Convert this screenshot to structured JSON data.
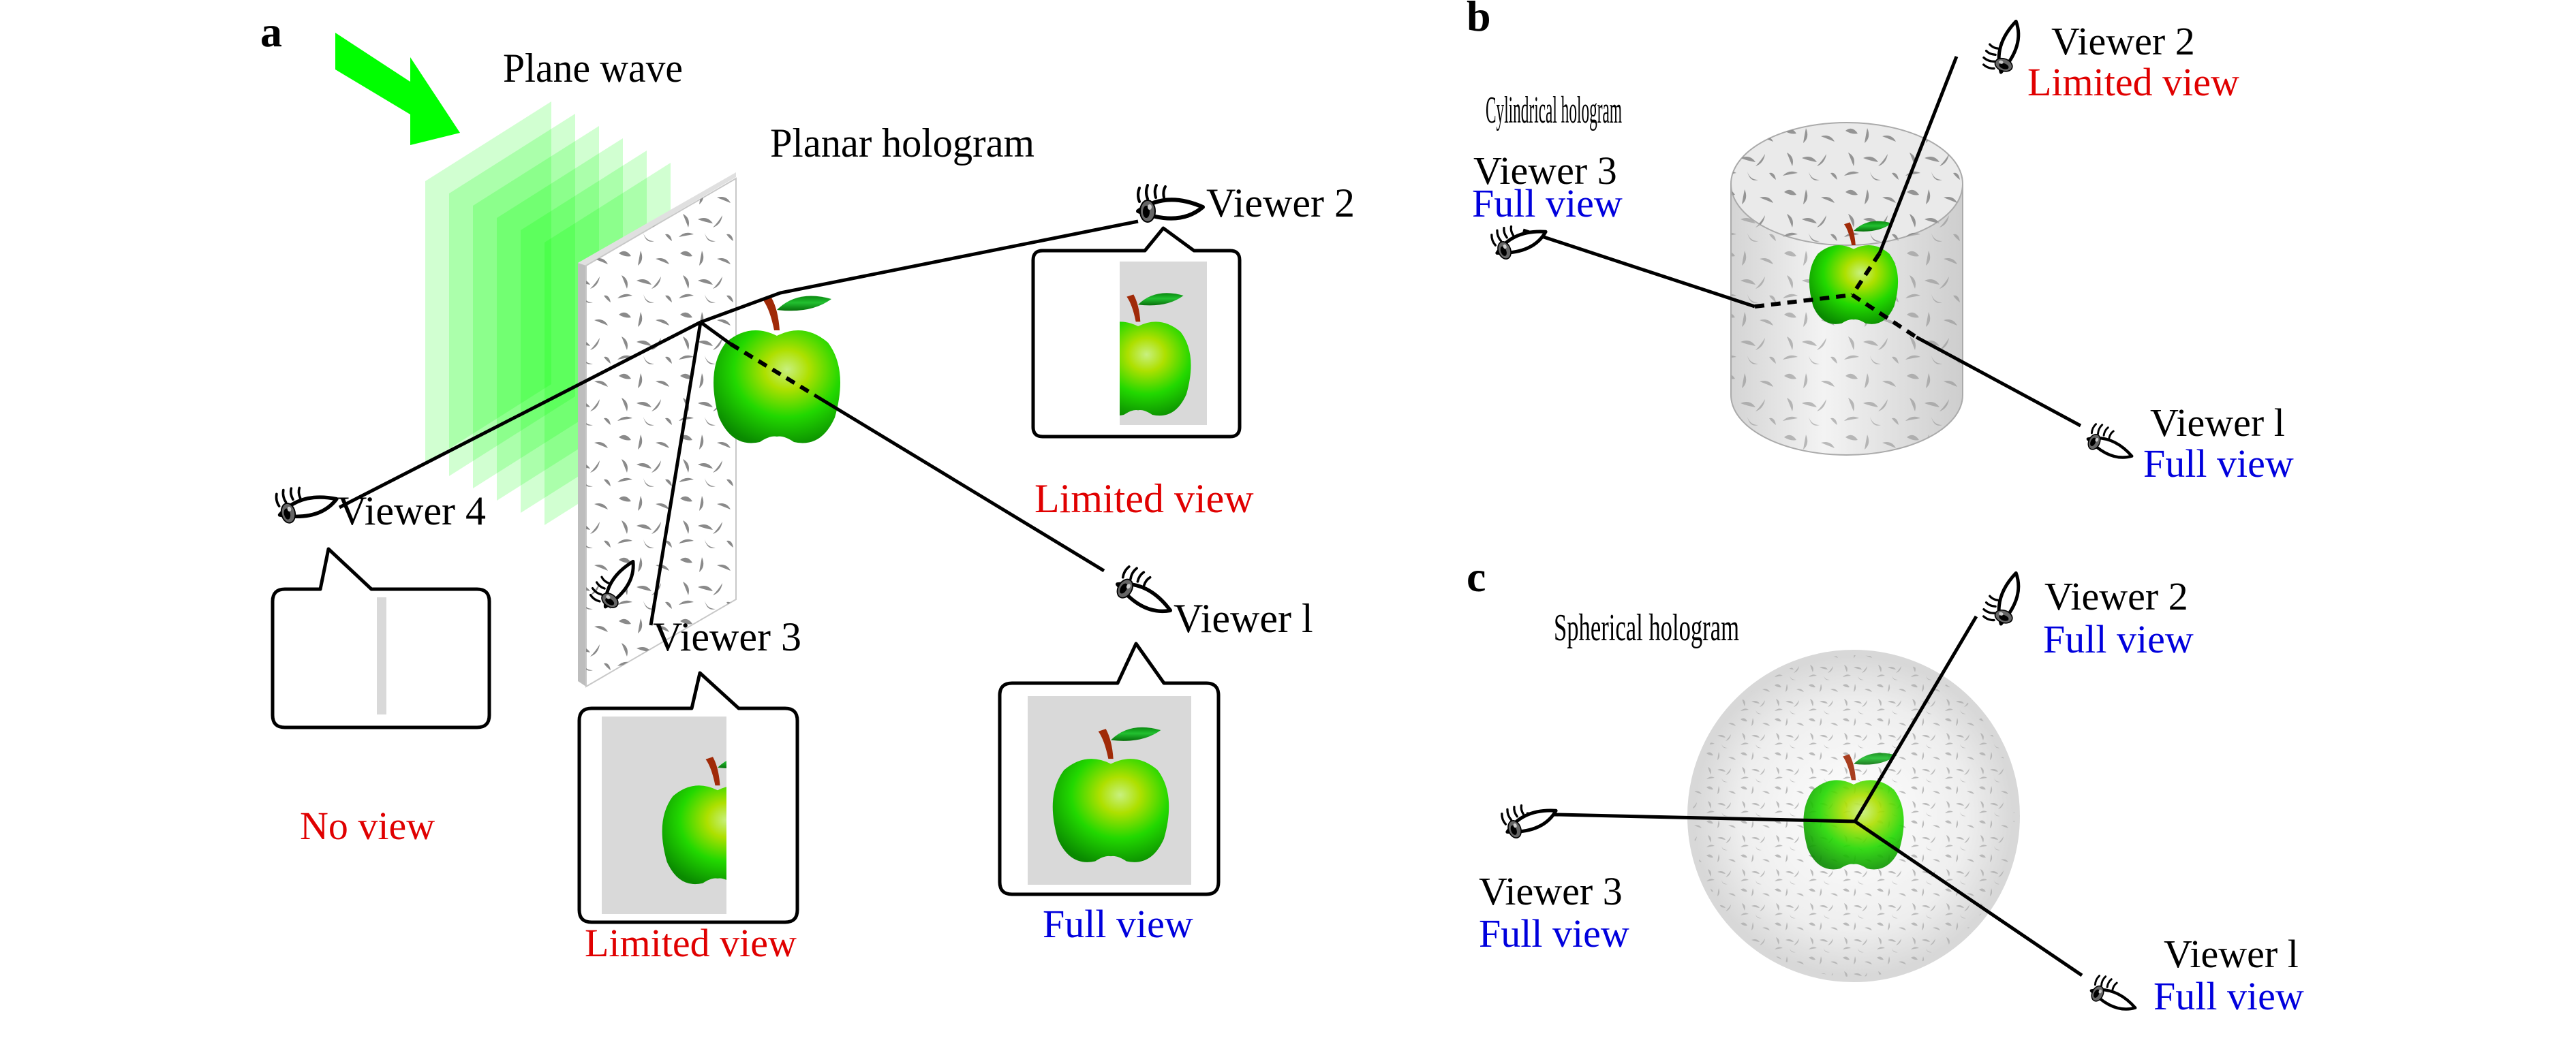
{
  "figure": {
    "panels": [
      {
        "id": "a",
        "label": "a",
        "title_wave": "Plane wave",
        "title_hologram": "Planar hologram",
        "viewers": [
          {
            "name": "Viewer 4",
            "caption": "No view",
            "status": "none"
          },
          {
            "name": "Viewer 3",
            "caption": "Limited view",
            "status": "limited"
          },
          {
            "name": "Viewer l",
            "caption": "Full view",
            "status": "full"
          },
          {
            "name": "Viewer 2",
            "caption": "Limited view",
            "status": "limited"
          }
        ]
      },
      {
        "id": "b",
        "label": "b",
        "title": "Cylindrical hologram",
        "viewers": [
          {
            "name": "Viewer 2",
            "caption": "Limited view",
            "status": "limited"
          },
          {
            "name": "Viewer 3",
            "caption": "Full view",
            "status": "full"
          },
          {
            "name": "Viewer l",
            "caption": "Full view",
            "status": "full"
          }
        ]
      },
      {
        "id": "c",
        "label": "c",
        "title": "Spherical hologram",
        "viewers": [
          {
            "name": "Viewer 2",
            "caption": "Full view",
            "status": "full"
          },
          {
            "name": "Viewer 3",
            "caption": "Full view",
            "status": "full"
          },
          {
            "name": "Viewer l",
            "caption": "Full view",
            "status": "full"
          }
        ]
      }
    ],
    "colors": {
      "limited": "#e00000",
      "none": "#e00000",
      "full": "#0000dd",
      "beam": "#00ff00",
      "apple": "#22dd00",
      "view_window": "#d9d9d9"
    },
    "icons": [
      "eye-icon",
      "apple-icon",
      "arrow-icon",
      "speech-bubble-icon"
    ]
  }
}
